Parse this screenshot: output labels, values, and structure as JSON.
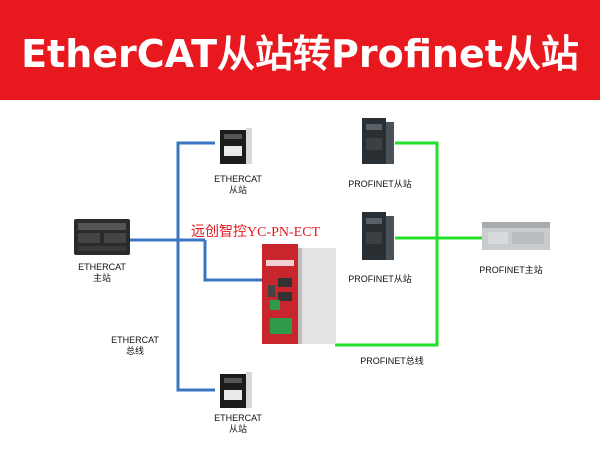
{
  "title": "EtherCAT从站转Profinet从站",
  "colors": {
    "banner": "#e8181f",
    "ethercat_line": "#3a75c4",
    "profinet_line": "#22e02a",
    "brand_text": "#e8181f"
  },
  "nodes": {
    "ethercat_slave_top": [
      "ETHERCAT",
      "从站"
    ],
    "ethercat_master": [
      "ETHERCAT",
      "主站"
    ],
    "ethercat_bus": [
      "ETHERCAT",
      "总线"
    ],
    "ethercat_slave_bottom": [
      "ETHERCAT",
      "从站"
    ],
    "profinet_slave_top": "PROFINET从站",
    "profinet_slave_mid": "PROFINET从站",
    "profinet_bus": "PROFINET总线",
    "profinet_master": "PROFINET主站",
    "gateway_brand": "远创智控YC-PN-ECT"
  }
}
